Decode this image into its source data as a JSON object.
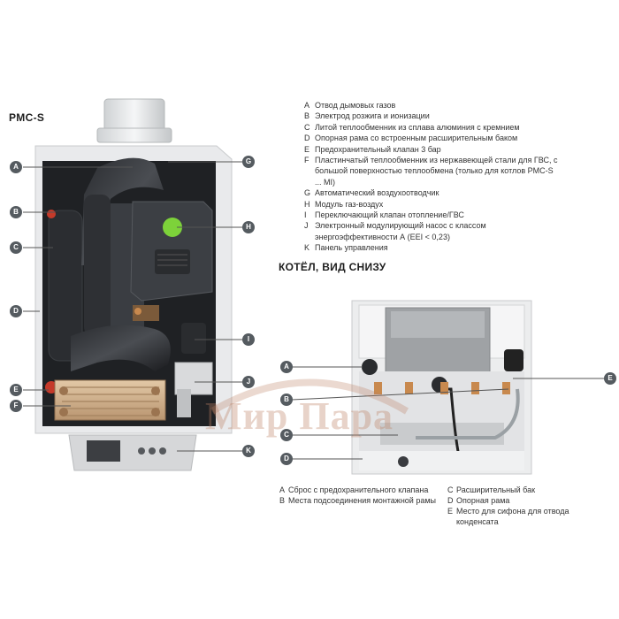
{
  "titles": {
    "main": "PMC-S",
    "bottom_view": "КОТЁЛ, ВИД СНИЗУ"
  },
  "main_legend": [
    {
      "key": "A",
      "text": "Отвод дымовых газов"
    },
    {
      "key": "B",
      "text": "Электрод розжига и ионизации"
    },
    {
      "key": "C",
      "text": "Литой теплообменник из сплава алюминия с кремнием"
    },
    {
      "key": "D",
      "text": "Опорная рама со встроенным расширительным баком"
    },
    {
      "key": "E",
      "text": "Предохранительный клапан 3 бар"
    },
    {
      "key": "F",
      "text": "Пластинчатый теплообменник из нержавеющей стали для ГВС, с большой поверхностью теплообмена (только для котлов PMC-S ... MI)"
    },
    {
      "key": "G",
      "text": "Автоматический воздухоотводчик"
    },
    {
      "key": "H",
      "text": "Модуль газ-воздух"
    },
    {
      "key": "I",
      "text": "Переключающий клапан отопление/ГВС"
    },
    {
      "key": "J",
      "text": "Электронный модулирующий насос с классом энергоэффективности А (EEI < 0,23)"
    },
    {
      "key": "K",
      "text": "Панель управления"
    }
  ],
  "bottom_legend": [
    {
      "key": "A",
      "text": "Сброс с предохранительного клапана"
    },
    {
      "key": "B",
      "text": "Места подсоединения монтажной рамы"
    },
    {
      "key": "C",
      "text": "Расширительный бак"
    },
    {
      "key": "D",
      "text": "Опорная рама"
    },
    {
      "key": "E",
      "text": "Место для сифона для отвода конденсата"
    }
  ],
  "main_markers": [
    "A",
    "B",
    "C",
    "D",
    "E",
    "F",
    "G",
    "H",
    "I",
    "J",
    "K"
  ],
  "bottom_markers": [
    "A",
    "B",
    "C",
    "D",
    "E"
  ],
  "watermark": "Мир Пара",
  "colors": {
    "marker": "#555b60",
    "casing": "#e9eaec",
    "interior": "#1f2124",
    "accent_green": "#7dd23a",
    "copper": "#c8894e"
  }
}
